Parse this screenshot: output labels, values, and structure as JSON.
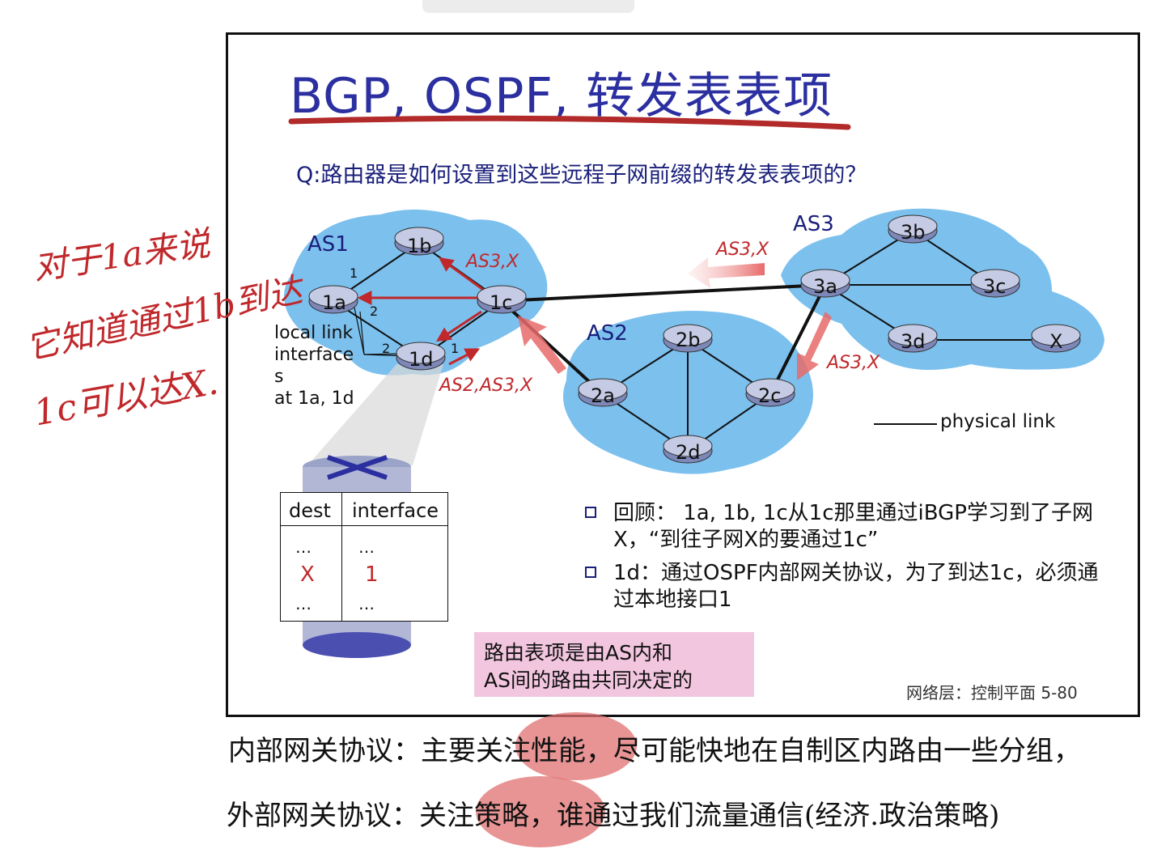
{
  "title": "BGP, OSPF, 转发表表项",
  "question": "Q:路由器是如何设置到这些远程子网前缀的转发表表项的？",
  "as_labels": {
    "as1": "AS1",
    "as2": "AS2",
    "as3": "AS3"
  },
  "routers": [
    "1a",
    "1b",
    "1c",
    "1d",
    "2a",
    "2b",
    "2c",
    "2d",
    "3a",
    "3b",
    "3c",
    "3d",
    "X"
  ],
  "interface_numbers": {
    "n1_top": "1",
    "n2_mid": "2",
    "n2_low": "2",
    "n1_1d": "1"
  },
  "advertisements": {
    "as3x_top": "AS3,X",
    "as3x_right": "AS3,X",
    "as3x_3a_2c": "AS3,X",
    "as2as3x": "AS2,AS3,X"
  },
  "local_link_label": "local link\ninterface\ns\nat 1a, 1d",
  "physical_link_label": "physical link",
  "table": {
    "headers": [
      "dest",
      "interface"
    ],
    "rows": [
      [
        "…",
        "…"
      ],
      [
        "X",
        "1"
      ],
      [
        "…",
        "…"
      ]
    ]
  },
  "bullets": [
    "回顾： 1a, 1b, 1c从1c那里通过iBGP学习到了子网X，“到往子网X的要通过1c”",
    "1d：通过OSPF内部网关协议，为了到达1c，必须通过本地接口1"
  ],
  "note_box": {
    "line1": "路由表项是由AS内和",
    "line2": "AS间的路由共同决定的"
  },
  "footer": "网络层：控制平面   5-80",
  "handwritten_left": [
    "对于1a来说",
    "它知道通过1b到达",
    "1c可以达X."
  ],
  "handwritten_bottom": [
    "内部网关协议：主要关注性能，尽可能快地在自制区内路由一些分组，",
    "外部网关协议：关注策略，谁通过我们流量通信(经济.政治策略)"
  ],
  "colors": {
    "title_blue": "#2b2fa0",
    "cloud": "#7cc0ee",
    "arrow_red": "#c0282b",
    "pink": "#f3c6df"
  }
}
